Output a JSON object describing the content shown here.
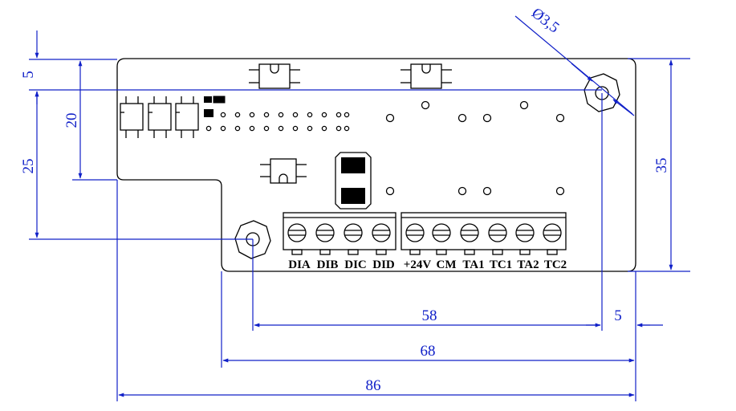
{
  "dimensions": {
    "top_offset": "5",
    "mid_height": "20",
    "left_height": "25",
    "total_height": "35",
    "hole_spacing": "58",
    "right_offset": "5",
    "lower_width": "68",
    "total_width": "86",
    "hole_diameter": "Ø3,5"
  },
  "terminals": {
    "left_group": [
      "DIA",
      "DIB",
      "DIC",
      "DID"
    ],
    "right_group": [
      "+24V",
      "CM",
      "TA1",
      "TC1",
      "TA2",
      "TC2"
    ]
  },
  "colors": {
    "dimension": "#1020c8",
    "outline": "#000000"
  }
}
